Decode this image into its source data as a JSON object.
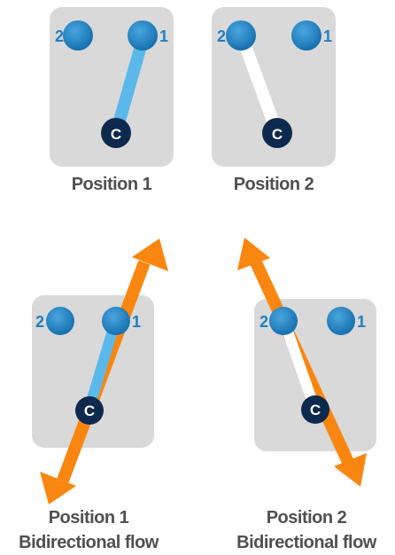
{
  "panels": [
    {
      "id": "top-left",
      "port_left": "2",
      "port_right": "1",
      "common_port": "C",
      "connection": "1",
      "caption_lines": [
        "Position 1"
      ]
    },
    {
      "id": "top-right",
      "port_left": "2",
      "port_right": "1",
      "common_port": "C",
      "connection": "2",
      "caption_lines": [
        "Position 2"
      ]
    },
    {
      "id": "bottom-left",
      "port_left": "2",
      "port_right": "1",
      "common_port": "C",
      "connection": "1",
      "caption_lines": [
        "Position 1",
        "Bidirectional flow"
      ]
    },
    {
      "id": "bottom-right",
      "port_left": "2",
      "port_right": "1",
      "common_port": "C",
      "connection": "2",
      "caption_lines": [
        "Position 2",
        "Bidirectional flow"
      ]
    }
  ],
  "colors": {
    "panel": "#d9d9d9",
    "port": "#1f7fc0",
    "port_label": "#1f7fc0",
    "common": "#0d2a4e",
    "link_active_blue": "#5bb8ea",
    "link_white": "#ffffff",
    "flow_arrow": "#f98610",
    "caption": "#505050"
  }
}
